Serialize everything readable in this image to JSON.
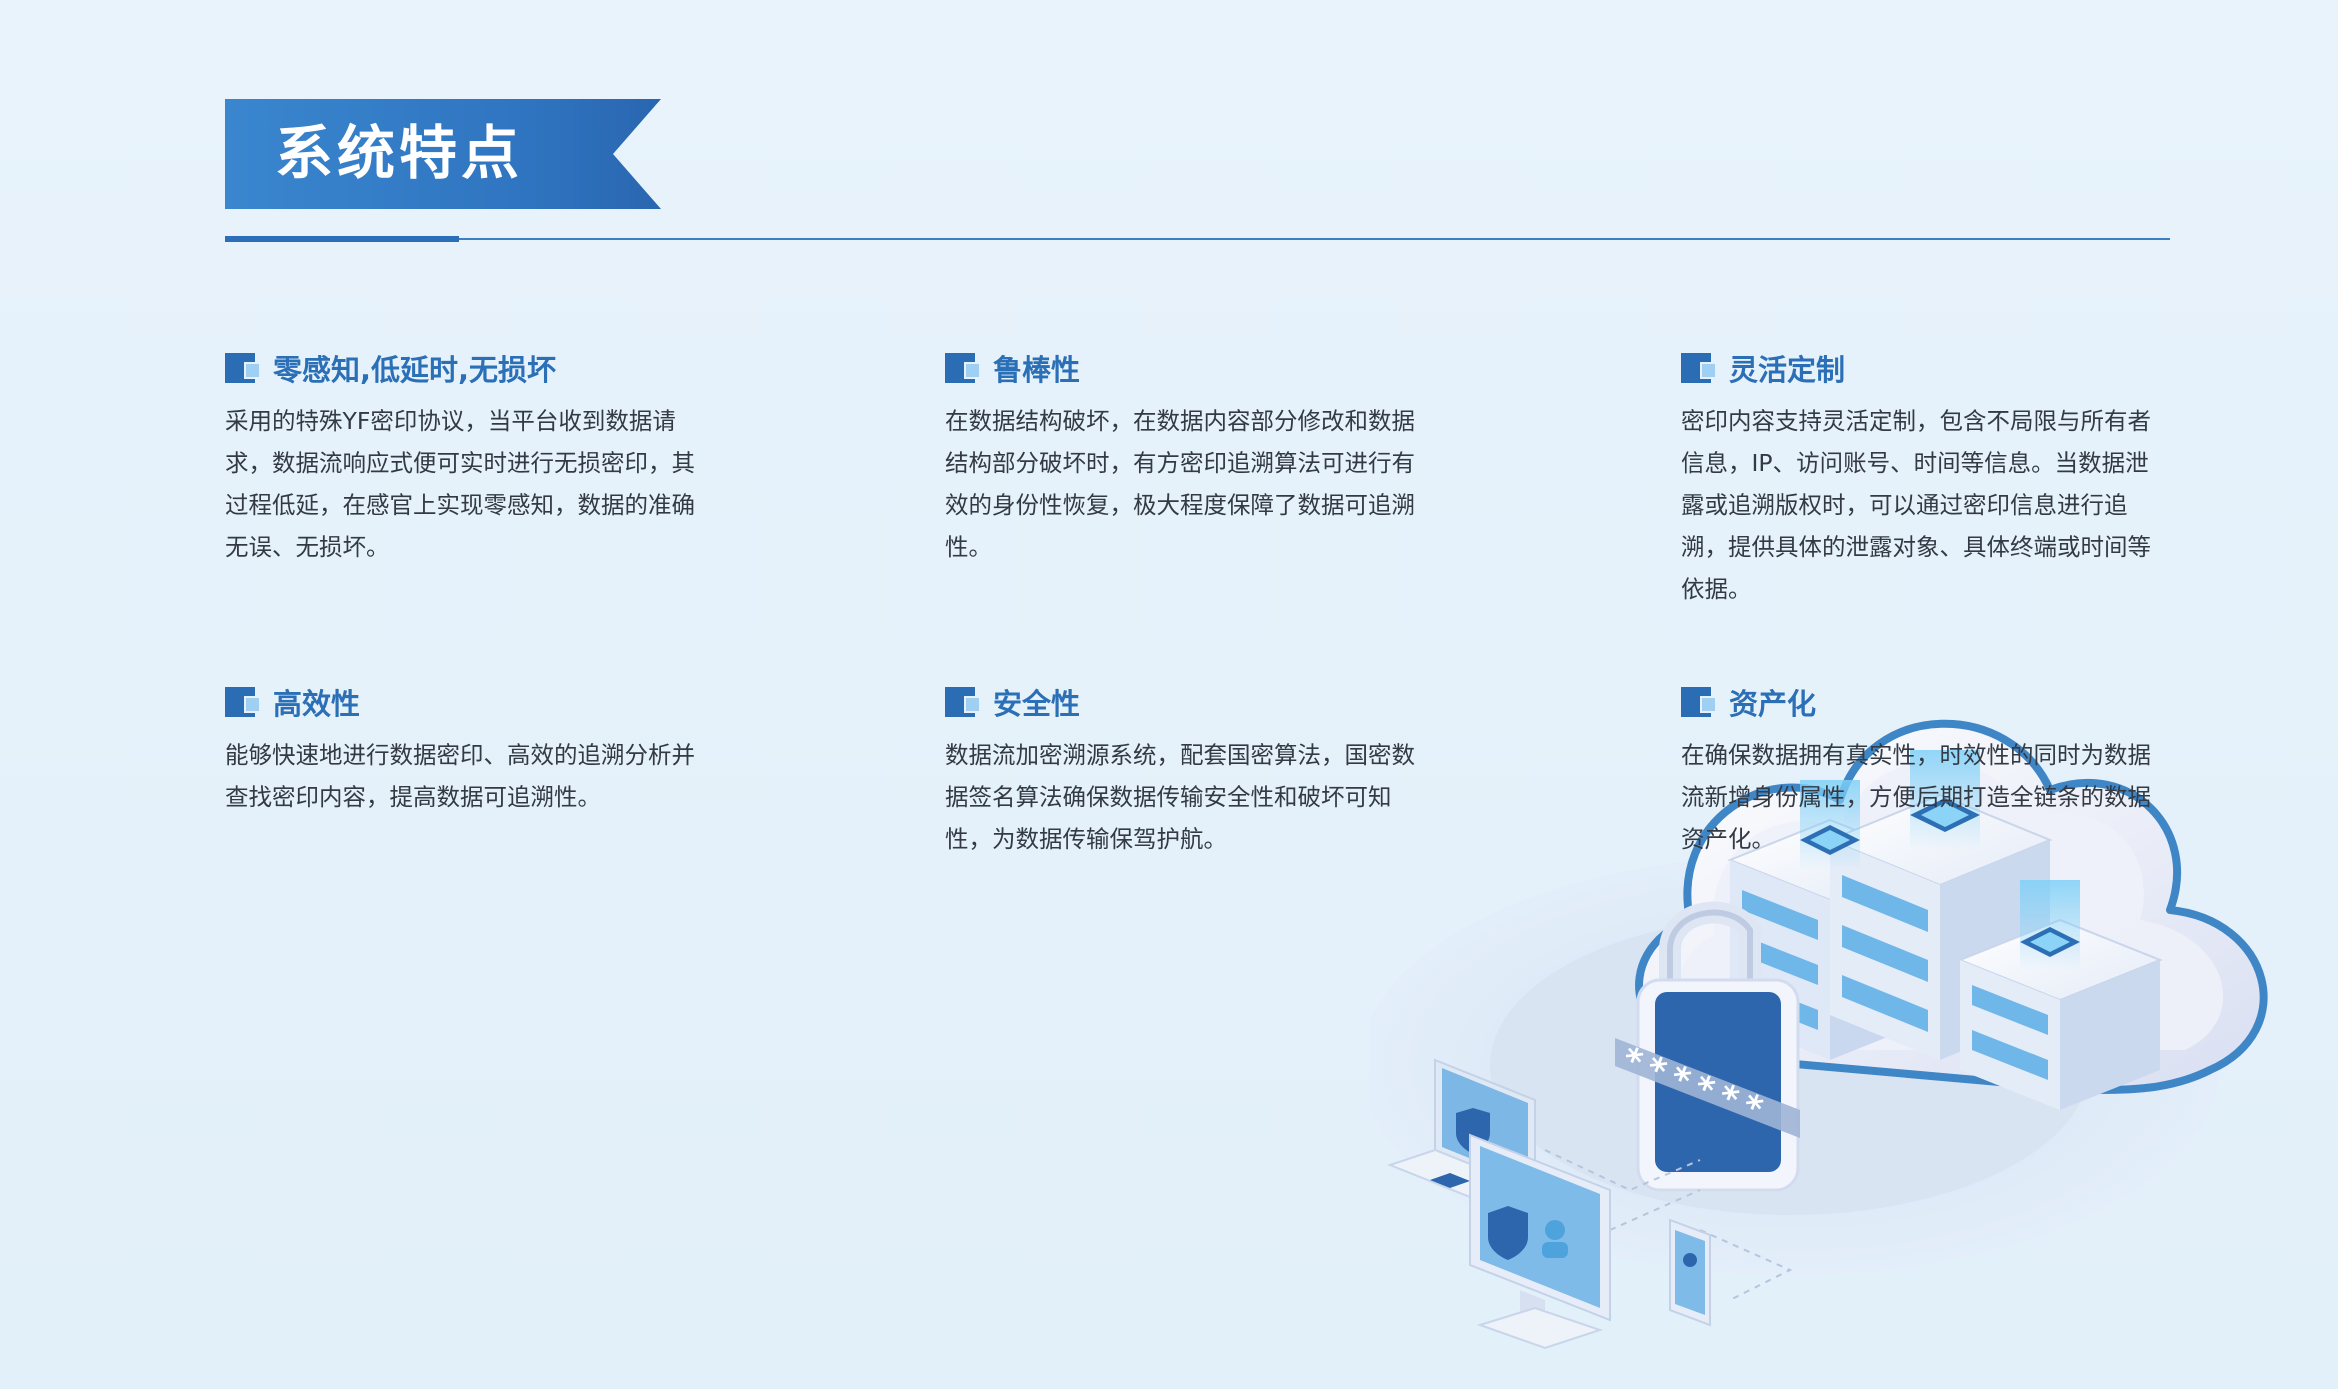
{
  "header": {
    "title": "系统特点"
  },
  "features": [
    {
      "title": "零感知,低延时,无损坏",
      "body": "采用的特殊YF密印协议，当平台收到数据请求，数据流响应式便可实时进行无损密印，其过程低延，在感官上实现零感知，数据的准确无误、无损坏。"
    },
    {
      "title": "鲁棒性",
      "body": "在数据结构破坏，在数据内容部分修改和数据结构部分破坏时，有方密印追溯算法可进行有效的身份性恢复，极大程度保障了数据可追溯性。"
    },
    {
      "title": "灵活定制",
      "body": "密印内容支持灵活定制，包含不局限与所有者信息，IP、访问账号、时间等信息。当数据泄露或追溯版权时，可以通过密印信息进行追溯，提供具体的泄露对象、具体终端或时间等依据。"
    },
    {
      "title": "高效性",
      "body": "能够快速地进行数据密印、高效的追溯分析并查找密印内容，提高数据可追溯性。"
    },
    {
      "title": "安全性",
      "body": "数据流加密溯源系统，配套国密算法，国密数据签名算法确保数据传输安全性和破坏可知性，为数据传输保驾护航。"
    },
    {
      "title": "资产化",
      "body": "在确保数据拥有真实性，时效性的同时为数据流新增身份属性，方便后期打造全链条的数据资产化。"
    }
  ],
  "illustration": {
    "password_mask": "******"
  },
  "colors": {
    "accent": "#2b6fb7",
    "background": "#e6f2fb",
    "text": "#333a44"
  }
}
